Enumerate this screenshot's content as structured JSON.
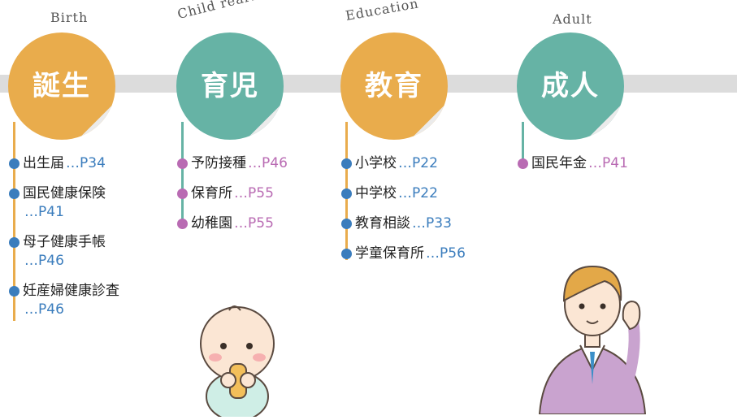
{
  "stages": [
    {
      "en": "Birth",
      "jp": "誕生",
      "color": "#e9ac4c",
      "dot_color": "#3b7dbd",
      "items": [
        {
          "text": "出生届",
          "page": "…P34",
          "wrap": false
        },
        {
          "text": "国民健康保険",
          "page": "…P41",
          "wrap": true
        },
        {
          "text": "母子健康手帳",
          "page": "…P46",
          "wrap": true
        },
        {
          "text": "妊産婦健康診査",
          "page": "…P46",
          "wrap": true
        }
      ]
    },
    {
      "en": "Child rearing",
      "jp": "育児",
      "color": "#66b3a5",
      "dot_color": "#b96bb3",
      "items": [
        {
          "text": "予防接種",
          "page": "…P46",
          "wrap": false
        },
        {
          "text": "保育所",
          "page": "…P55",
          "wrap": false
        },
        {
          "text": "幼稚園",
          "page": "…P55",
          "wrap": false
        }
      ]
    },
    {
      "en": "Education",
      "jp": "教育",
      "color": "#e9ac4c",
      "dot_color": "#3b7dbd",
      "items": [
        {
          "text": "小学校",
          "page": "…P22",
          "wrap": false
        },
        {
          "text": "中学校",
          "page": "…P22",
          "wrap": false
        },
        {
          "text": "教育相談",
          "page": "…P33",
          "wrap": false
        },
        {
          "text": "学童保育所",
          "page": "…P56",
          "wrap": false
        }
      ]
    },
    {
      "en": "Adult",
      "jp": "成人",
      "color": "#66b3a5",
      "dot_color": "#b96bb3",
      "items": [
        {
          "text": "国民年金",
          "page": "…P41",
          "wrap": false
        }
      ]
    }
  ],
  "illustrations": [
    "baby-illustration",
    "man-waving-illustration"
  ]
}
